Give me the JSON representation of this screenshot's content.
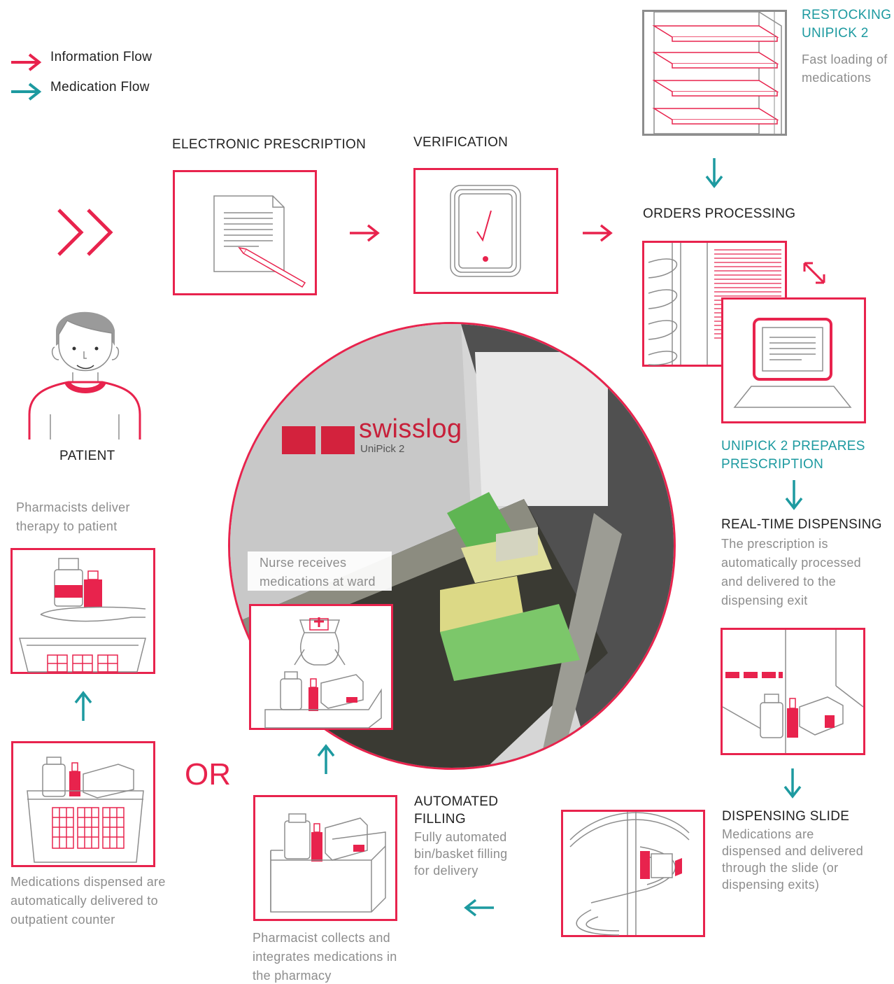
{
  "legend": {
    "information_flow": "Information Flow",
    "medication_flow": "Medication Flow",
    "colors": {
      "information": "#e8234d",
      "medication": "#1d9aa0"
    }
  },
  "steps": {
    "electronic_prescription": {
      "title": "ELECTRONIC PRESCRIPTION"
    },
    "verification": {
      "title": "VERIFICATION"
    },
    "restocking": {
      "title_line1": "RESTOCKING",
      "title_line2": "UNIPICK 2",
      "desc_line1": "Fast loading of",
      "desc_line2": "medications"
    },
    "orders_processing": {
      "title": "ORDERS PROCESSING"
    },
    "unipick_prepares": {
      "title_line1": "UNIPICK 2 PREPARES",
      "title_line2": "PRESCRIPTION"
    },
    "real_time_dispensing": {
      "title": "REAL-TIME DISPENSING",
      "desc_line1": "The prescription is",
      "desc_line2": "automatically processed",
      "desc_line3": "and delivered to the",
      "desc_line4": "dispensing exit"
    },
    "dispensing_slide": {
      "title": "DISPENSING SLIDE",
      "desc_line1": "Medications are",
      "desc_line2": "dispensed and delivered",
      "desc_line3": "through the slide (or",
      "desc_line4": "dispensing exits)"
    },
    "automated_filling": {
      "title_line1": "AUTOMATED",
      "title_line2": "FILLING",
      "desc_line1": "Fully automated",
      "desc_line2": "bin/basket filling",
      "desc_line3": "for delivery"
    },
    "pharmacist_collects": {
      "desc_line1": "Pharmacist collects and",
      "desc_line2": "integrates medications in",
      "desc_line3": "the pharmacy"
    },
    "nurse_receives": {
      "desc_line1": "Nurse receives",
      "desc_line2": "medications at ward"
    },
    "outpatient": {
      "desc_line1": "Medications dispensed are",
      "desc_line2": "automatically delivered to",
      "desc_line3": "outpatient counter"
    },
    "pharmacists_deliver": {
      "desc_line1": "Pharmacists deliver",
      "desc_line2": "therapy to patient"
    },
    "patient": {
      "title": "PATIENT"
    }
  },
  "or_label": "OR",
  "photo": {
    "brand": "swisslog",
    "product": "UniPick 2"
  }
}
